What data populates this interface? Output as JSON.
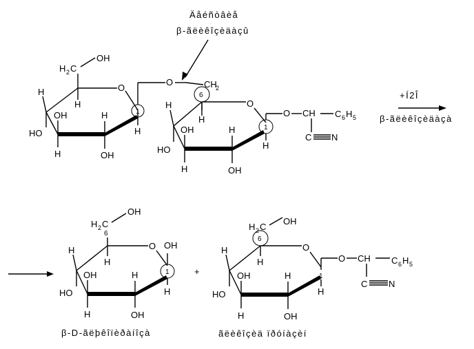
{
  "labels": {
    "enzyme_line1": "Äåéñòâèå",
    "enzyme_line2": "β-ãëèêîçèäàçû",
    "reagent": "+Í2Î",
    "reagent_enzyme": "β-ãëèêîçèäàçà",
    "product1": "β-D-ãëþêîïèðàíîçà",
    "product2": "ãëèêîçèä ïðóíàçèí",
    "plus": "+"
  },
  "atoms": {
    "H": "H",
    "OH": "OH",
    "HO": "HO",
    "O": "O",
    "CH": "CH",
    "C": "C",
    "N": "N",
    "CH2_C": "CH",
    "CH2_sub": "2",
    "H2C_H": "H",
    "H2C_sub": "2",
    "H2C_C": "C",
    "C6H5_C": "C",
    "C6H5_6": "6",
    "C6H5_H": "H",
    "C6H5_5": "5",
    "num1": "1",
    "num6": "6"
  }
}
